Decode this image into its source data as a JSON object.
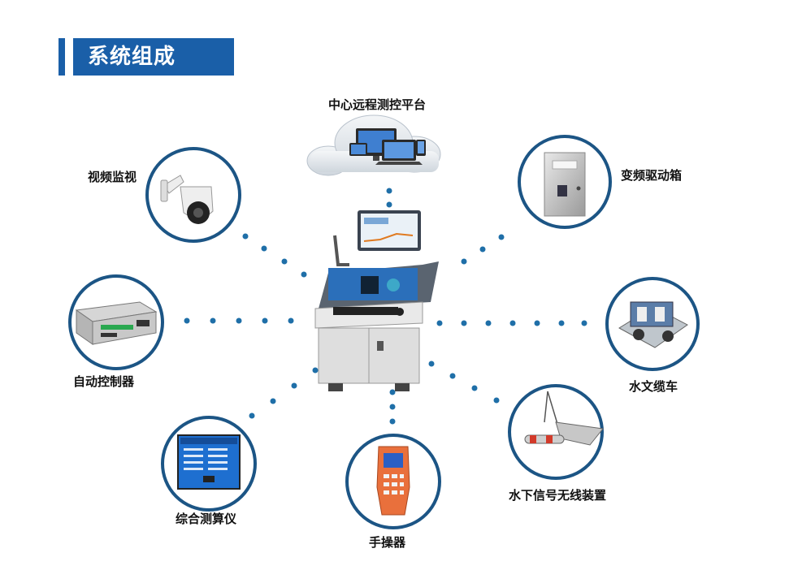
{
  "header": {
    "title": "系统组成"
  },
  "components": {
    "center_platform": "中心远程测控平台",
    "video": "视频监视",
    "vfd": "变频驱动箱",
    "controller": "自动控制器",
    "cable_car": "水文缆车",
    "calculator": "综合测算仪",
    "handheld": "手操器",
    "underwater": "水下信号无线装置"
  },
  "colors": {
    "accent": "#1a5fa8",
    "ring": "#1c5585",
    "dots": "#1f6fa8"
  }
}
